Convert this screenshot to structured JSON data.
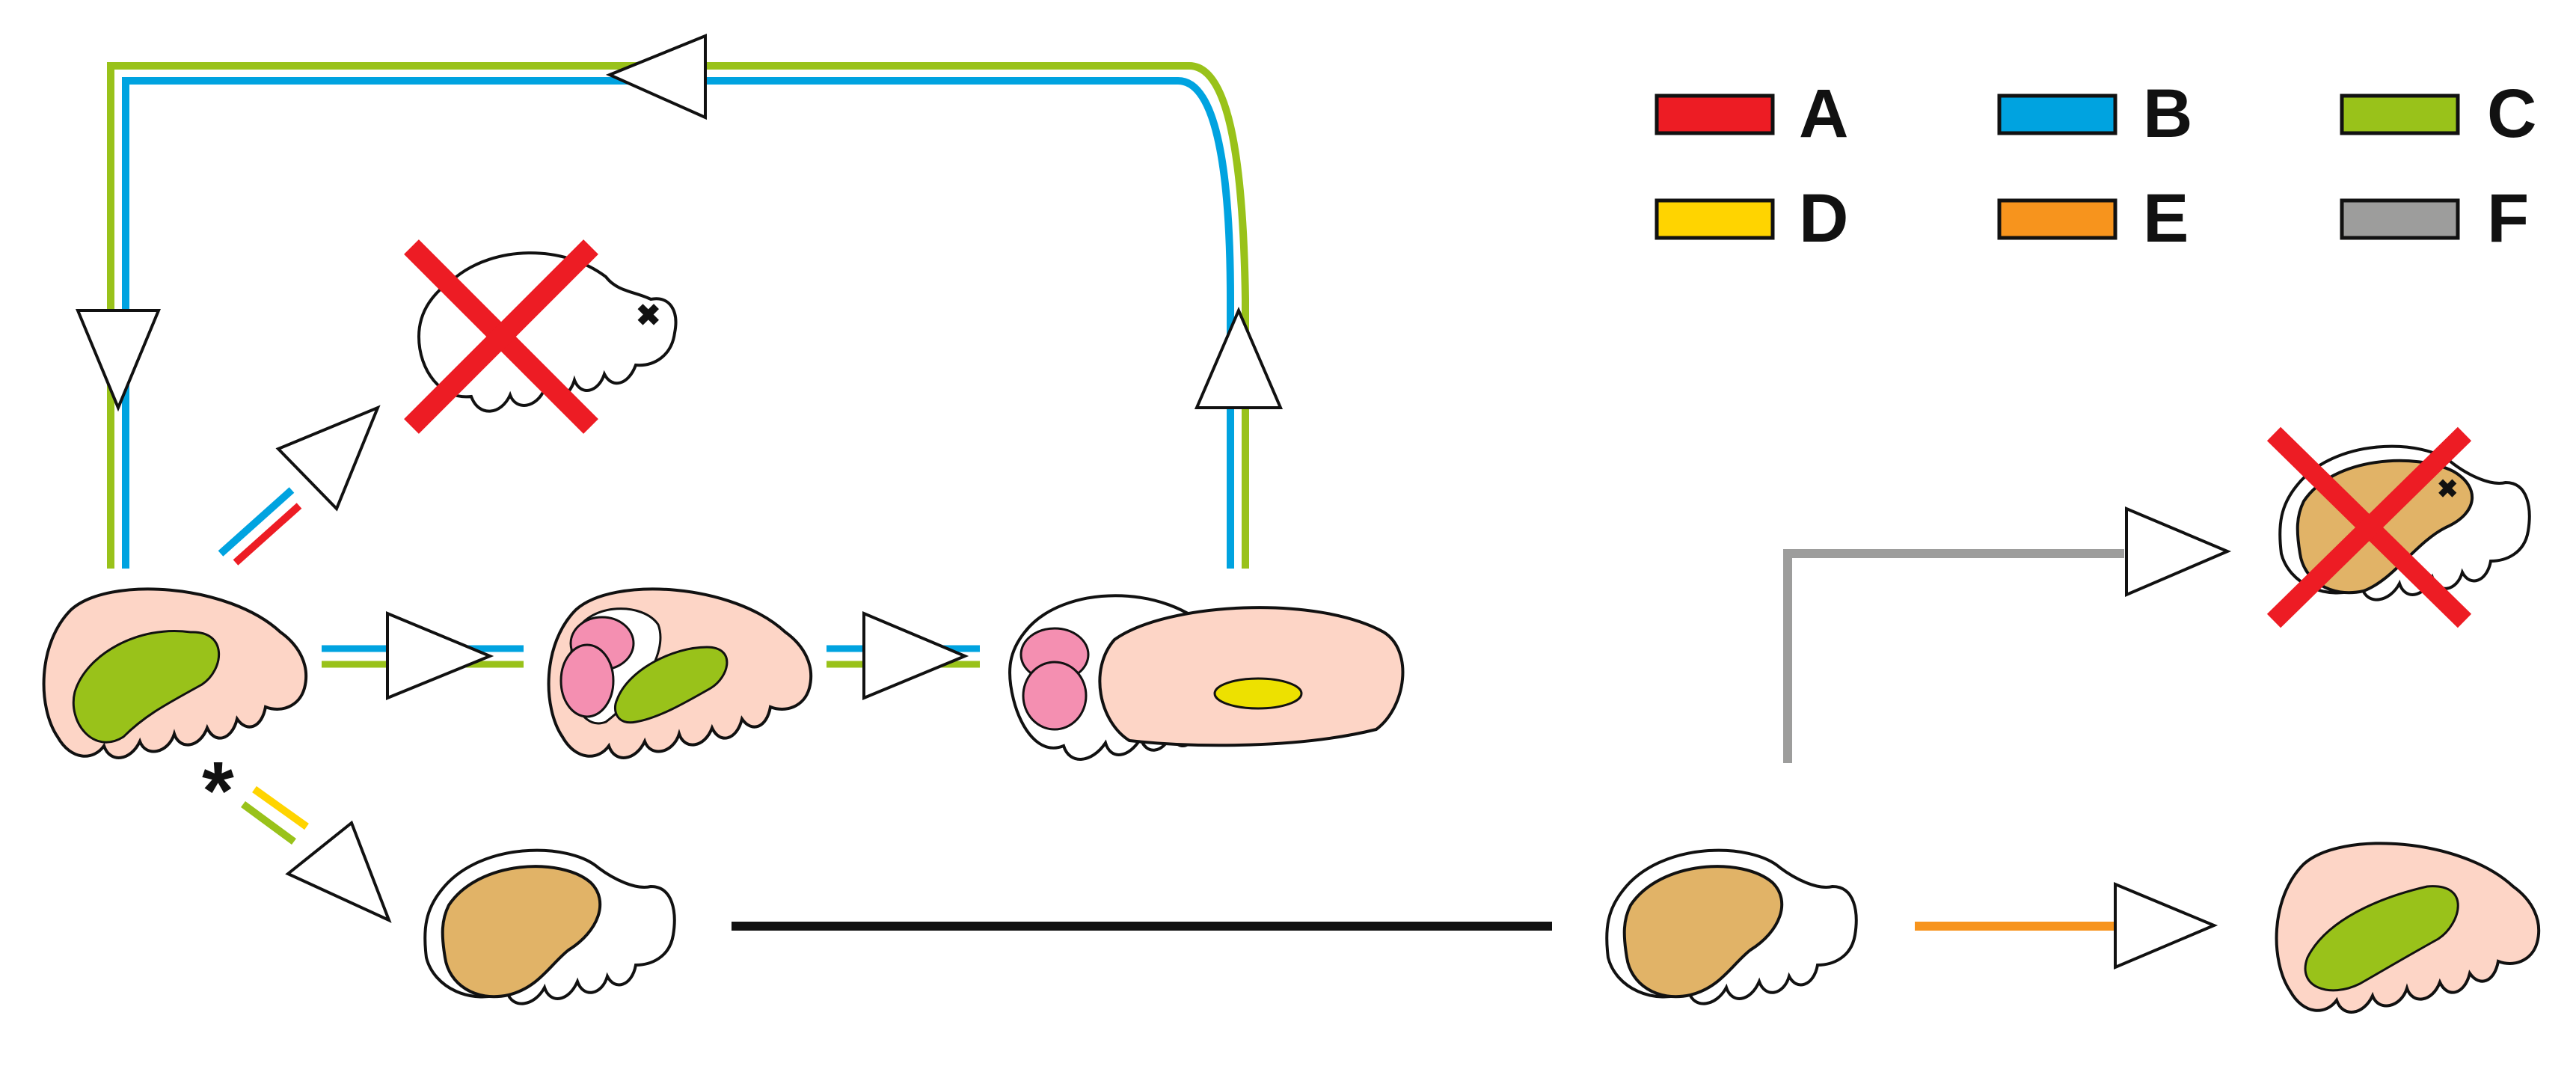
{
  "legend": {
    "items": [
      {
        "key": "a",
        "label": "A",
        "color": "#ed1c24"
      },
      {
        "key": "b",
        "label": "B",
        "color": "#00a3e0"
      },
      {
        "key": "c",
        "label": "C",
        "color": "#99c21a"
      },
      {
        "key": "d",
        "label": "D",
        "color": "#ffd400"
      },
      {
        "key": "e",
        "label": "E",
        "color": "#f7941d"
      },
      {
        "key": "f",
        "label": "F",
        "color": "#9d9d9c"
      }
    ]
  },
  "annotation": {
    "asterisk": "*"
  },
  "colors": {
    "body_pink": "#fdd5c6",
    "yolk_green": "#99c21a",
    "brown": "#e1b367",
    "pink_cells": "#f48fb1",
    "cross_red": "#ed1c24",
    "yellow_spot": "#ede100"
  }
}
